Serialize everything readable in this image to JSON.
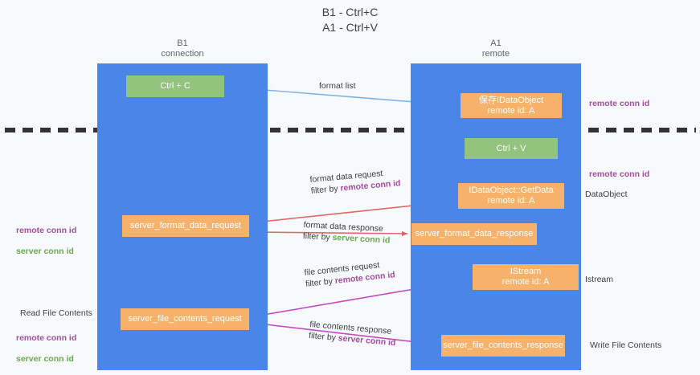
{
  "title": "B1 - Ctrl+C\nA1 - Ctrl+V",
  "columns": {
    "left": {
      "name": "B1",
      "role": "connection",
      "label": "B1\nconnection"
    },
    "right": {
      "name": "A1",
      "role": "remote",
      "label": "A1\nremote"
    }
  },
  "colors": {
    "lane": "#4a86e8",
    "box_orange": "#f6b26b",
    "box_green": "#93c47d",
    "accent_purple": "#a64d9e",
    "accent_green": "#6aa84f",
    "arrow_blue": "#7fb3e0",
    "arrow_red": "#e06666",
    "arrow_magenta": "#c24bc2",
    "arrow_black": "#000000",
    "divider": "#333333",
    "background": "#f7f9fc"
  },
  "boxes": {
    "ctrl_c": "Ctrl + C",
    "idataobject_store": "保存IDataObject\nremote id: A",
    "ctrl_v": "Ctrl + V",
    "getdata": "IDataObject::GetData\nremote id: A",
    "server_format_data_request": "server_format_data_request",
    "server_format_data_response": "server_format_data_response",
    "istream": "IStream\nremote id: A",
    "server_file_contents_request": "server_file_contents_request",
    "server_file_contents_response": "server_file_contents_response"
  },
  "edge_labels": {
    "format_list": "format list",
    "format_data_request": "format data request",
    "format_data_request_filter_prefix": "filter by ",
    "format_data_request_filter_key": "remote conn id",
    "format_data_response": "format data response",
    "format_data_response_filter_prefix": "filter by ",
    "format_data_response_filter_key": "server conn id",
    "file_contents_request": "file contents request",
    "file_contents_request_filter_prefix": "filter by ",
    "file_contents_request_filter_key": "remote conn id",
    "file_contents_response": "file contents response",
    "file_contents_response_filter_prefix": "filter by ",
    "file_contents_response_filter_key": "server conn id"
  },
  "annotations": {
    "remote_conn_id_top": "remote conn id",
    "remote_conn_id_mid": "remote conn id",
    "dataobject": "DataObject",
    "istream": "Istream",
    "write_file_contents": "Write File Contents",
    "read_file_contents": "Read File Contents",
    "left_mid_line1": "remote conn id",
    "left_mid_line2": "server conn id",
    "left_low_line1": "remote conn id",
    "left_low_line2": "server conn id"
  }
}
